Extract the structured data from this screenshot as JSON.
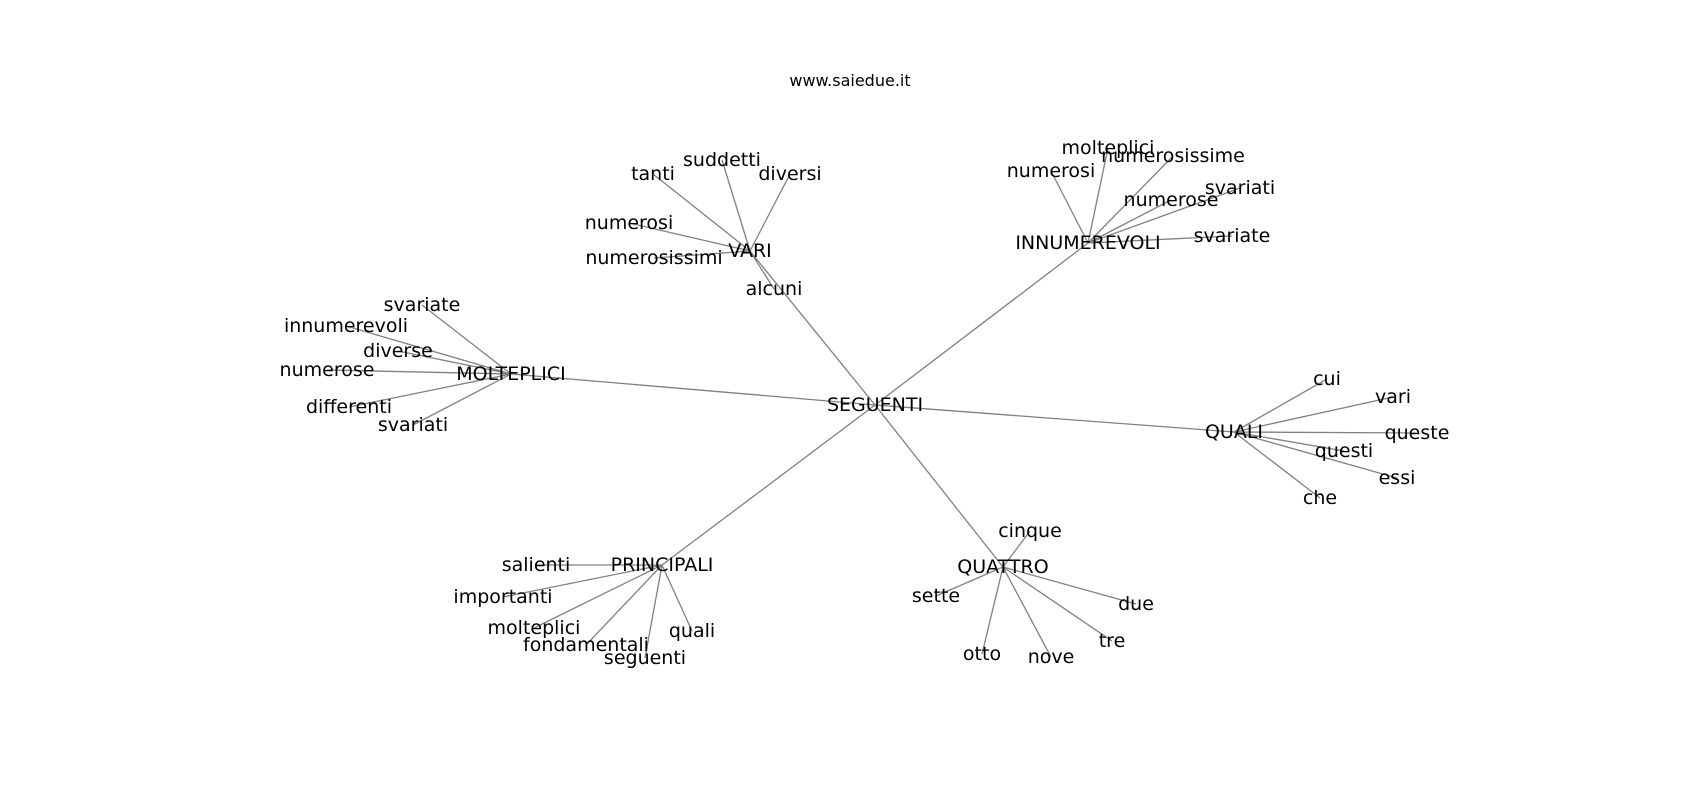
{
  "site": "www.saiedue.it",
  "colors": {
    "edge": "#808080",
    "text": "#000000",
    "background": "#ffffff"
  },
  "graph": {
    "root": "SEGUENTI",
    "hubs": [
      {
        "label": "VARI",
        "leaves": [
          "tanti",
          "suddetti",
          "diversi",
          "numerosi",
          "numerosissimi",
          "alcuni"
        ]
      },
      {
        "label": "INNUMEREVOLI",
        "leaves": [
          "molteplici",
          "numerosi",
          "numerosissime",
          "svariati",
          "numerose",
          "svariate"
        ]
      },
      {
        "label": "MOLTEPLICI",
        "leaves": [
          "svariate",
          "innumerevoli",
          "diverse",
          "numerose",
          "differenti",
          "svariati"
        ]
      },
      {
        "label": "QUALI",
        "leaves": [
          "cui",
          "vari",
          "queste",
          "questi",
          "essi",
          "che"
        ]
      },
      {
        "label": "PRINCIPALI",
        "leaves": [
          "salienti",
          "importanti",
          "molteplici",
          "fondamentali",
          "seguenti",
          "quali"
        ]
      },
      {
        "label": "QUATTRO",
        "leaves": [
          "cinque",
          "sette",
          "due",
          "tre",
          "otto",
          "nove"
        ]
      }
    ]
  }
}
